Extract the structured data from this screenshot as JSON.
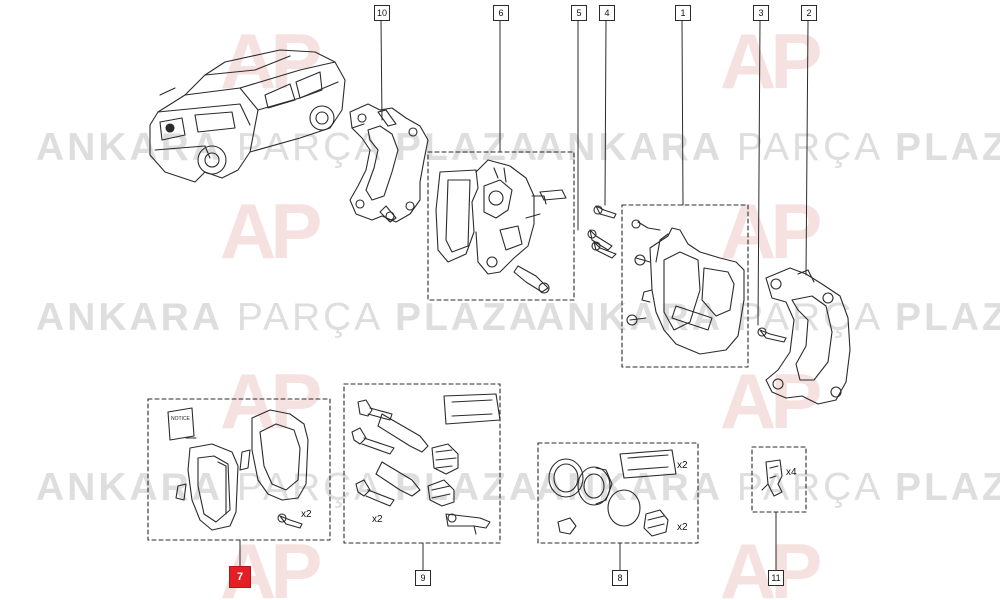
{
  "watermark": {
    "part1": "ANKARA",
    "part2": "PARÇA",
    "part3": "PLAZA",
    "logo_letters": "AP",
    "color": "#dedede",
    "logo_color": "#f6e1e1"
  },
  "callouts": [
    {
      "id": "10",
      "label": "10",
      "active": false
    },
    {
      "id": "6",
      "label": "6",
      "active": false
    },
    {
      "id": "5",
      "label": "5",
      "active": false
    },
    {
      "id": "4",
      "label": "4",
      "active": false
    },
    {
      "id": "1",
      "label": "1",
      "active": false
    },
    {
      "id": "3",
      "label": "3",
      "active": false
    },
    {
      "id": "2",
      "label": "2",
      "active": false
    },
    {
      "id": "7",
      "label": "7",
      "active": true
    },
    {
      "id": "9",
      "label": "9",
      "active": false
    },
    {
      "id": "8",
      "label": "8",
      "active": false
    },
    {
      "id": "11",
      "label": "11",
      "active": false
    }
  ],
  "quantities": {
    "pads_bolt": "x2",
    "guide_pins": "x2",
    "seal_pack": "x2",
    "boot": "x2",
    "spring_clip": "x4"
  },
  "notice_card": "NOTICE",
  "colors": {
    "active_callout": "#e31e24",
    "line": "#2b2b2b"
  }
}
